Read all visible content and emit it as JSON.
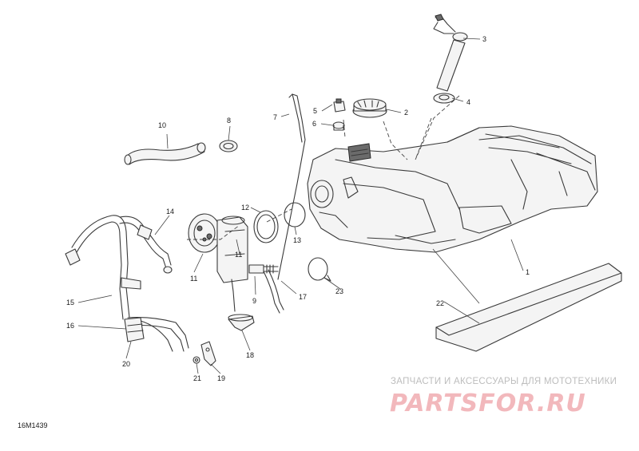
{
  "diagram": {
    "code": "16M1439",
    "callouts": [
      "1",
      "2",
      "3",
      "4",
      "5",
      "6",
      "7",
      "8",
      "9",
      "10",
      "11",
      "11",
      "12",
      "13",
      "14",
      "15",
      "16",
      "17",
      "18",
      "19",
      "20",
      "21",
      "22",
      "23"
    ]
  },
  "watermark": {
    "line": "ЗАПЧАСТИ И АКСЕССУАРЫ ДЛЯ МОТОТЕХНИКИ",
    "logo": "PARTSFOR.RU",
    "logo_color": "#f2b8bc"
  },
  "colors": {
    "line_art": "#3a3a3a",
    "background": "#ffffff"
  }
}
